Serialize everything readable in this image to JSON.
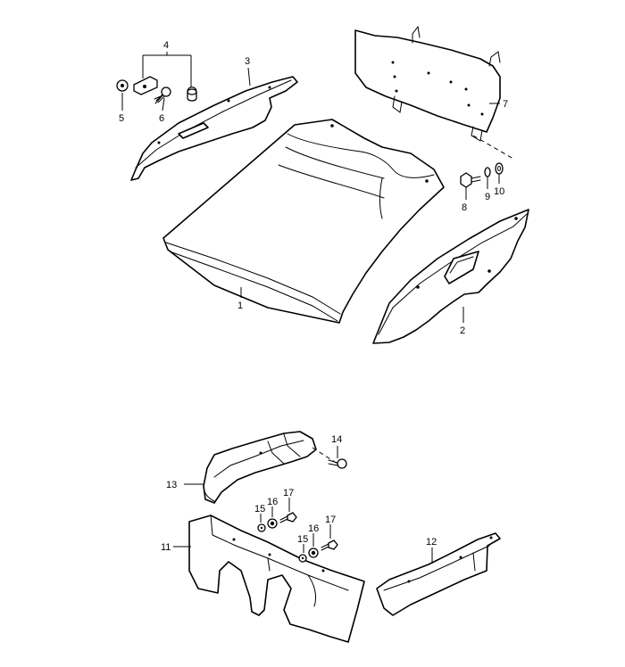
{
  "callouts": {
    "c1": "1",
    "c2": "2",
    "c3": "3",
    "c4": "4",
    "c5": "5",
    "c6": "6",
    "c7": "7",
    "c8": "8",
    "c9": "9",
    "c10": "10",
    "c11": "11",
    "c12": "12",
    "c13": "13",
    "c14": "14",
    "c15a": "15",
    "c16a": "16",
    "c17a": "17",
    "c15b": "15",
    "c16b": "16",
    "c17b": "17"
  }
}
